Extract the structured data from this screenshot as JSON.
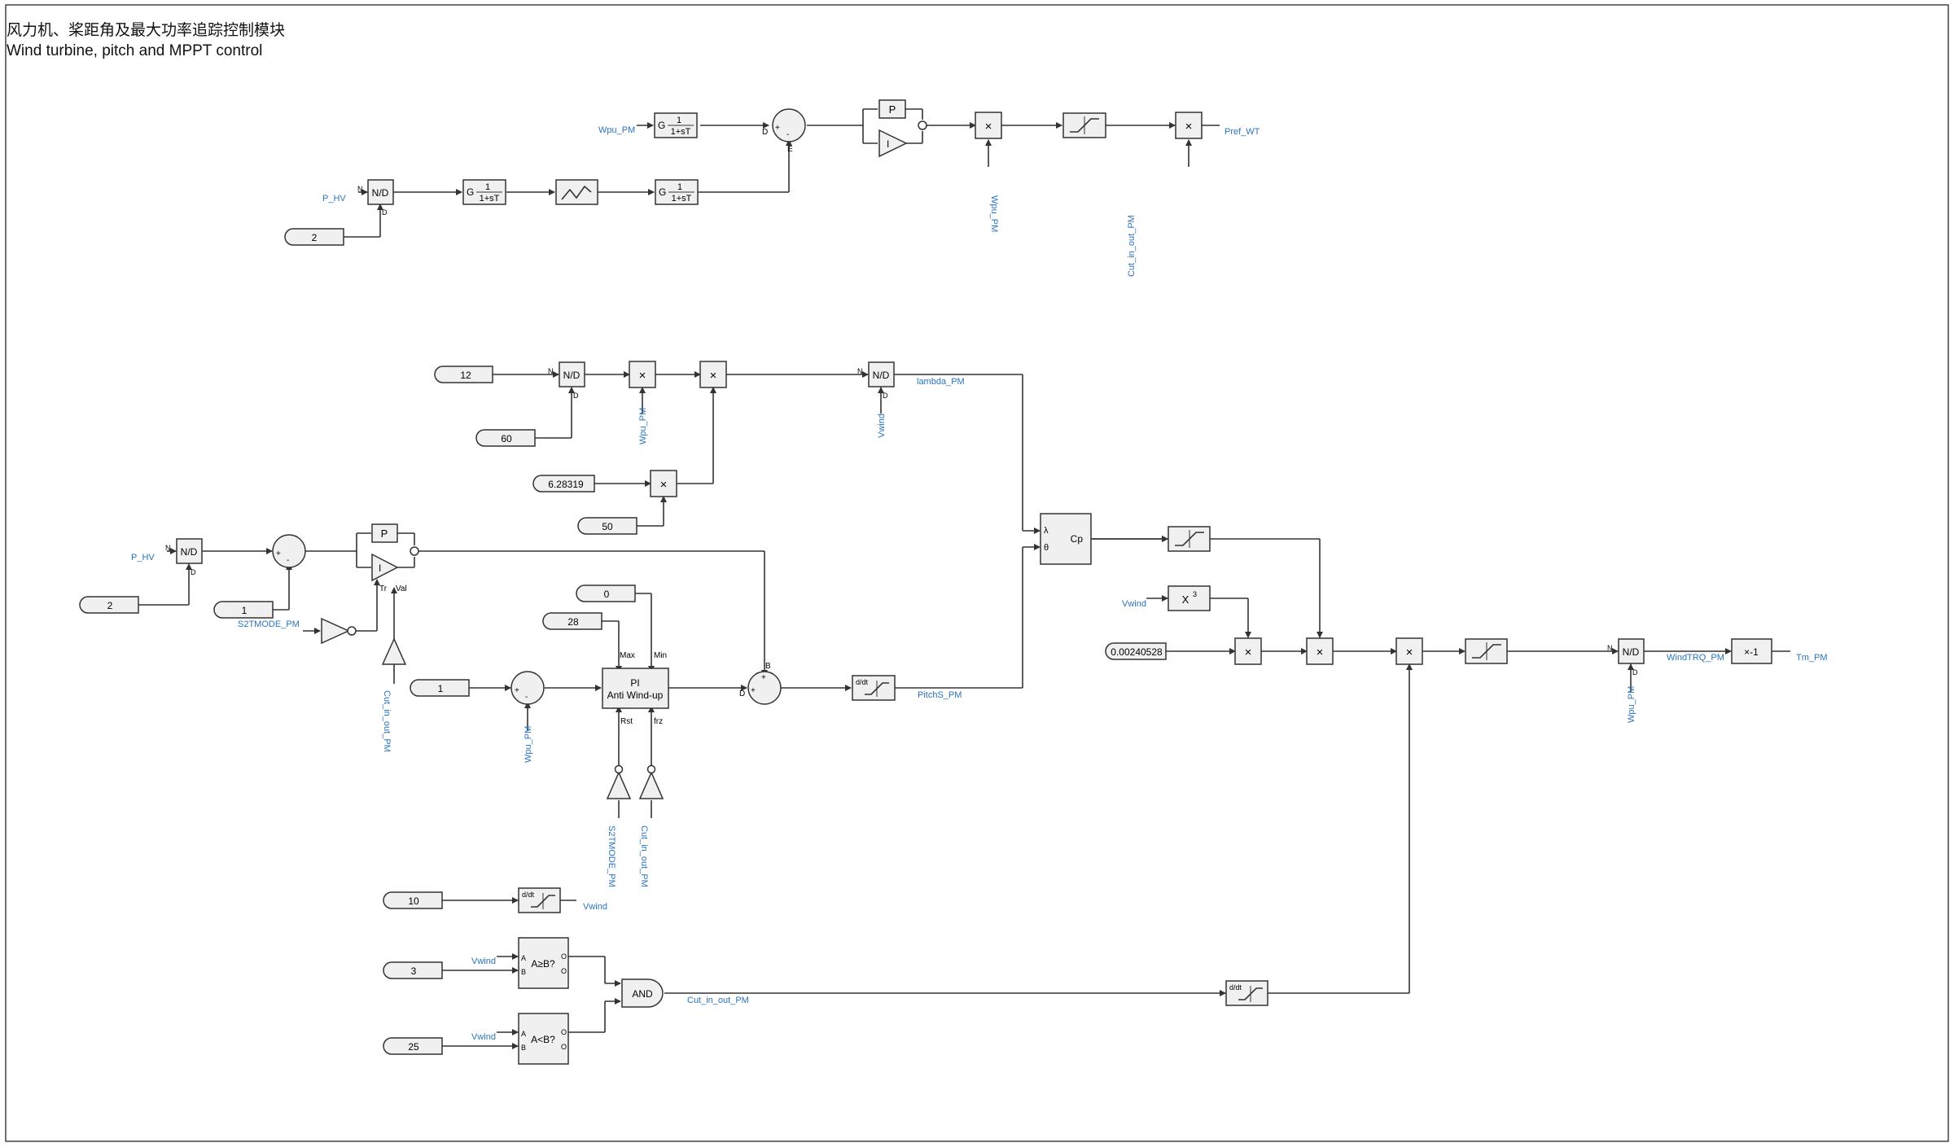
{
  "header": {
    "title_cn": "风力机、桨距角及最大功率追踪控制模块",
    "title_en": "Wind turbine, pitch and MPPT control"
  },
  "signals": {
    "wpu_pm": "Wpu_PM",
    "p_hv": "P_HV",
    "pref_wt": "Pref_WT",
    "cut_in_out_pm": "Cut_in_out_PM",
    "lambda_pm": "lambda_PM",
    "vwind": "Vwind",
    "s2tmode_pm": "S2TMODE_PM",
    "pitchs_pm": "PitchS_PM",
    "windtrq_pm": "WindTRQ_PM",
    "tm_pm": "Tm_PM"
  },
  "constants": {
    "c2": "2",
    "c12": "12",
    "c60": "60",
    "c2pi": "6.28319",
    "c50": "50",
    "c0": "0",
    "c28": "28",
    "c1": "1",
    "c10": "10",
    "c3": "3",
    "c25": "25",
    "kcp": "0.00240528"
  },
  "blocks": {
    "nd": "N/D",
    "n": "N",
    "d": "D",
    "g": "G",
    "tf_num": "1",
    "tf_den": "1+sT",
    "mult": "×",
    "p": "P",
    "i": "I",
    "tr": "Tr",
    "val": "Val",
    "pi": "PI",
    "anti_windup": "Anti Wind-up",
    "max": "Max",
    "min": "Min",
    "rst": "Rst",
    "frz": "frz",
    "cp": "Cp",
    "lambda": "λ",
    "theta": "θ",
    "x3": "X",
    "exp3": "3",
    "ddt": "d/dt",
    "cmp_ge": "A≥B?",
    "cmp_lt": "A<B?",
    "a": "A",
    "b": "B",
    "o": "O",
    "and": "AND",
    "neg1": "×-1",
    "plus": "+",
    "minus": "-"
  }
}
